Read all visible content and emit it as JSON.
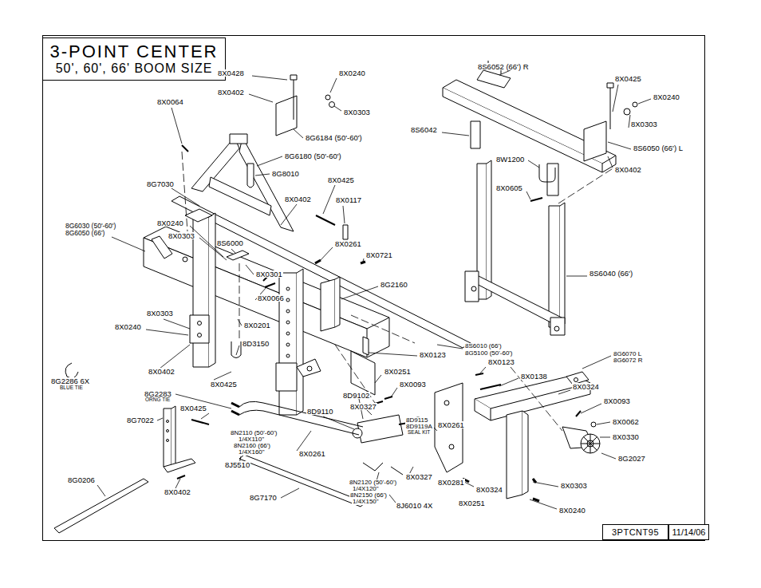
{
  "diagram": {
    "nodes": [
      {
        "text": [
          "3-POINT CENTER",
          "50', 60', 66' BOOM SIZE"
        ]
      },
      {
        "text": [
          "3PTCNT95"
        ]
      },
      {
        "text": [
          "11/14/06"
        ]
      }
    ],
    "labels": [
      "8X0428",
      "8X0240",
      "8X0402",
      "8X0303",
      "8X0064",
      "8G6184 (50'-60')",
      "8G6180 (50'-60')",
      "8G8010",
      "8G7030",
      "8X0425",
      "8X0402",
      "8X0117",
      "8G6030 (50'-60')",
      "8G6050 (66')",
      "8X0240",
      "8X0303",
      "8S6000",
      "8X0261",
      "8X0721",
      "8X0301",
      "8G2160",
      "8X0066",
      "8X0303",
      "8X0240",
      "8X0201",
      "8D3150",
      "8X0123",
      "8S6010 (66')",
      "8G5100 (50'-60')",
      "8X0402",
      "8G2286 6X",
      "BLUE TIE",
      "8X0425",
      "8G2283",
      "ORNG TIE",
      "8X0251",
      "8X0123",
      "8X0138",
      "8X0093",
      "8D9102",
      "8X0327",
      "8X0425",
      "8G7022",
      "8D9110",
      "8D9115",
      "8D9119A",
      "SEAL KIT",
      "8X0261",
      "8G6070 L",
      "8G6072 R",
      "8X0324",
      "8X0093",
      "8X0062",
      "8X0330",
      "8G2027",
      "8N2110 (50'-60')",
      "1/4X110\"",
      "8N2160 (66')",
      "1/4X160\"",
      "8X0261",
      "8J5510",
      "8G0206",
      "8X0402",
      "8G7170",
      "8N2120 (50'-60')",
      "1/4X120\"",
      "8N2150 (66')",
      "1/4X150\"",
      "8J6010 4X",
      "8X0327",
      "8X0281",
      "8X0324",
      "8X0251",
      "8X0303",
      "8X0240",
      "8S6052 (66') R",
      "8X0425",
      "8X0240",
      "8S6042",
      "8X0303",
      "8S6050 (66') L",
      "8W1200",
      "8X0402",
      "8X0605",
      "8S6040 (66')"
    ]
  }
}
